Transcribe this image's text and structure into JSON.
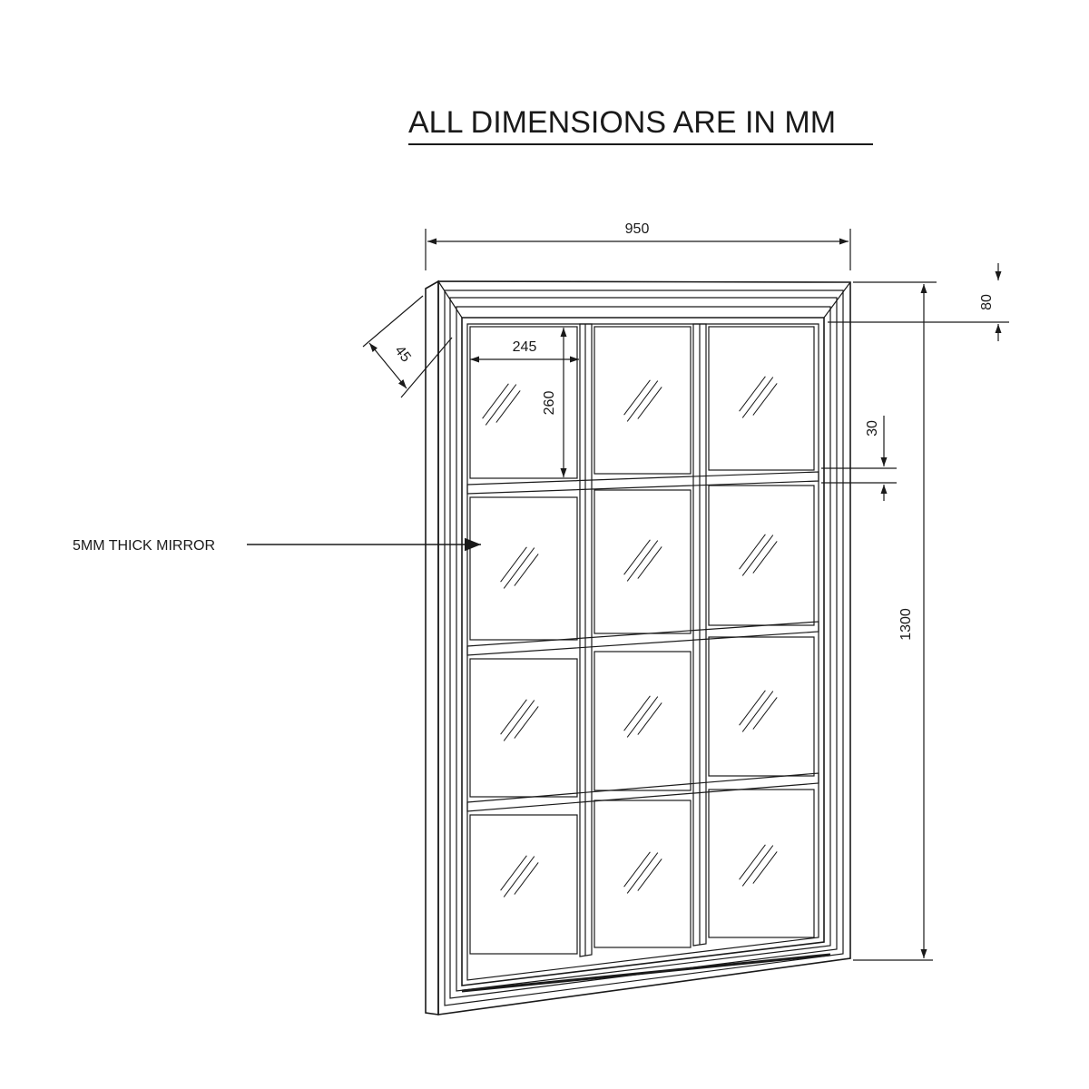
{
  "title": "ALL DIMENSIONS ARE IN  MM",
  "dimensions": {
    "width": "950",
    "height": "1300",
    "depth": "45",
    "top_rail": "80",
    "pane_width": "245",
    "pane_height": "260",
    "bar_width": "30"
  },
  "callouts": {
    "mirror": "5MM THICK MIRROR"
  },
  "grid": {
    "columns": 3,
    "rows": 4
  },
  "colors": {
    "ink": "#1a1a1a",
    "background": "#ffffff"
  }
}
